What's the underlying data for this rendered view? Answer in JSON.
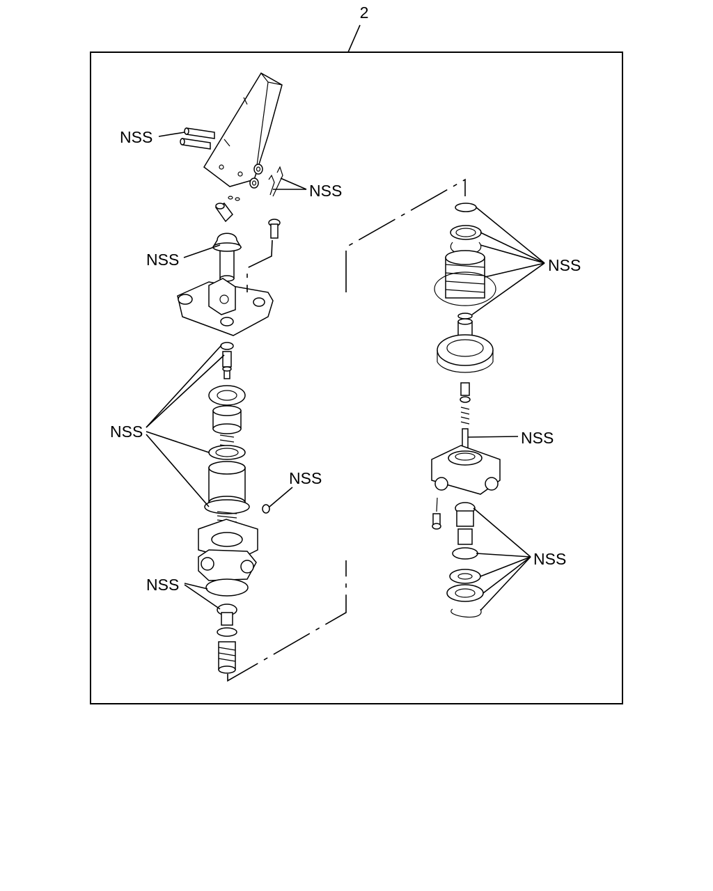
{
  "figure": {
    "item_number": "2",
    "callouts": [
      {
        "id": "pin-set",
        "label": "NSS"
      },
      {
        "id": "cotter-pins",
        "label": "NSS"
      },
      {
        "id": "plunger-boot",
        "label": "NSS"
      },
      {
        "id": "upper-spring-kit",
        "label": "NSS"
      },
      {
        "id": "small-clip",
        "label": "NSS"
      },
      {
        "id": "lower-seals",
        "label": "NSS"
      },
      {
        "id": "right-upper-kit",
        "label": "NSS"
      },
      {
        "id": "right-stem",
        "label": "NSS"
      },
      {
        "id": "right-lower-kit",
        "label": "NSS"
      }
    ]
  }
}
